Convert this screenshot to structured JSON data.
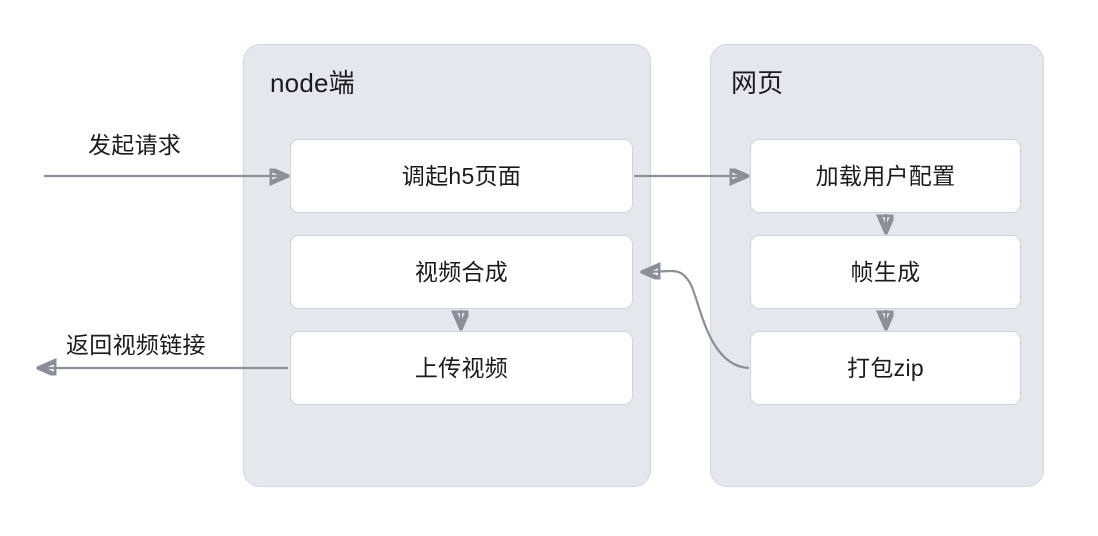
{
  "diagram": {
    "title_text": "",
    "colors": {
      "group_fill": "#e4e7ee",
      "group_border": "#d2d6de",
      "node_fill": "#ffffff",
      "node_border": "#cdd2dc",
      "arrow": "#8a8f99",
      "text": "#1b1b1f",
      "background": "#ffffff"
    },
    "groups": [
      {
        "id": "node-server",
        "title": "node端",
        "nodes": [
          {
            "id": "invoke-h5",
            "label": "调起h5页面"
          },
          {
            "id": "video-compose",
            "label": "视频合成"
          },
          {
            "id": "upload-video",
            "label": "上传视频"
          }
        ]
      },
      {
        "id": "web-page",
        "title": "网页",
        "nodes": [
          {
            "id": "load-user-config",
            "label": "加载用户配置"
          },
          {
            "id": "frame-generate",
            "label": "帧生成"
          },
          {
            "id": "package-zip",
            "label": "打包zip"
          }
        ]
      }
    ],
    "edge_labels": [
      {
        "id": "request-in",
        "label": "发起请求"
      },
      {
        "id": "video-link-out",
        "label": "返回视频链接"
      }
    ],
    "connections": [
      {
        "id": "conn-request-to-invoke-h5",
        "from": "external",
        "to": "invoke-h5",
        "shape": "straight-right"
      },
      {
        "id": "conn-invoke-h5-to-load-config",
        "from": "invoke-h5",
        "to": "load-user-config",
        "shape": "straight-right"
      },
      {
        "id": "conn-load-config-to-frame",
        "from": "load-user-config",
        "to": "frame-generate",
        "shape": "straight-down"
      },
      {
        "id": "conn-frame-to-zip",
        "from": "frame-generate",
        "to": "package-zip",
        "shape": "straight-down"
      },
      {
        "id": "conn-zip-to-compose",
        "from": "package-zip",
        "to": "video-compose",
        "shape": "curved-left-up"
      },
      {
        "id": "conn-compose-to-upload",
        "from": "video-compose",
        "to": "upload-video",
        "shape": "straight-down"
      },
      {
        "id": "conn-upload-to-external",
        "from": "upload-video",
        "to": "external",
        "shape": "straight-left"
      }
    ]
  }
}
